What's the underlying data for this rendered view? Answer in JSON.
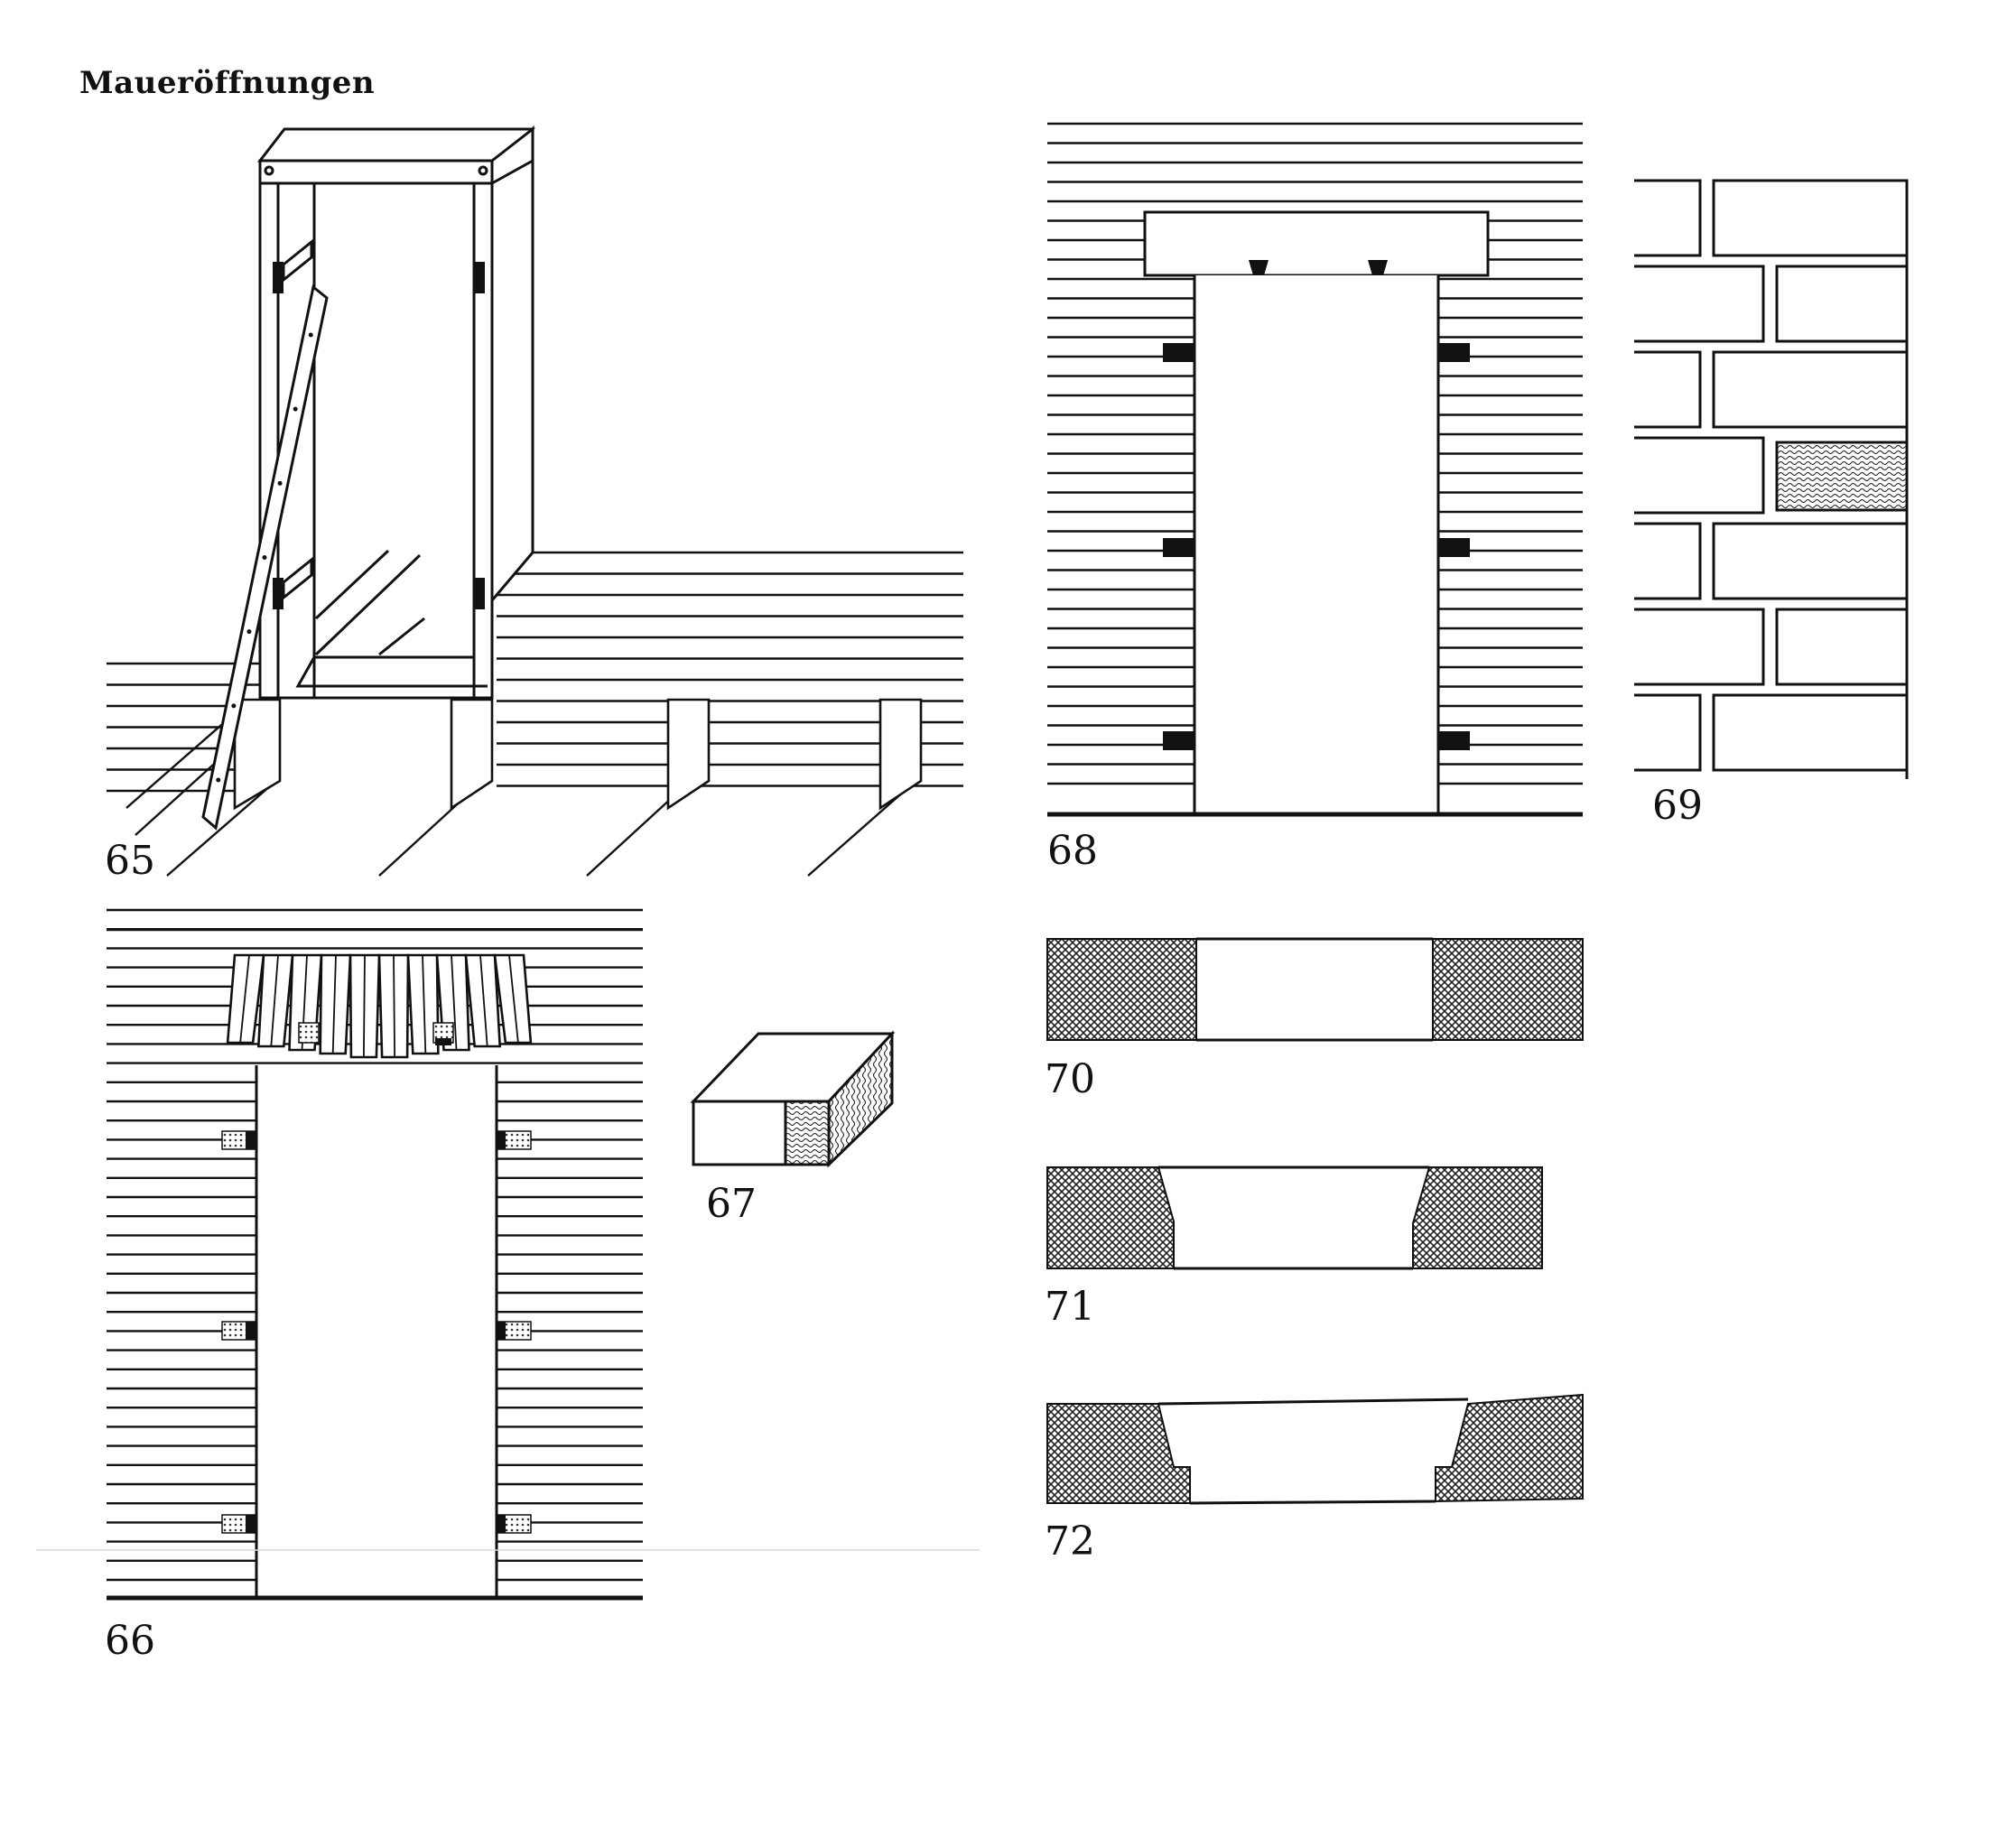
{
  "header": {
    "title": "Maueröffnungen"
  },
  "figures": [
    {
      "id": "fig-65",
      "label": "65"
    },
    {
      "id": "fig-66",
      "label": "66"
    },
    {
      "id": "fig-67",
      "label": "67"
    },
    {
      "id": "fig-68",
      "label": "68"
    },
    {
      "id": "fig-69",
      "label": "69"
    },
    {
      "id": "fig-70",
      "label": "70"
    },
    {
      "id": "fig-71",
      "label": "71"
    },
    {
      "id": "fig-72",
      "label": "72"
    }
  ]
}
